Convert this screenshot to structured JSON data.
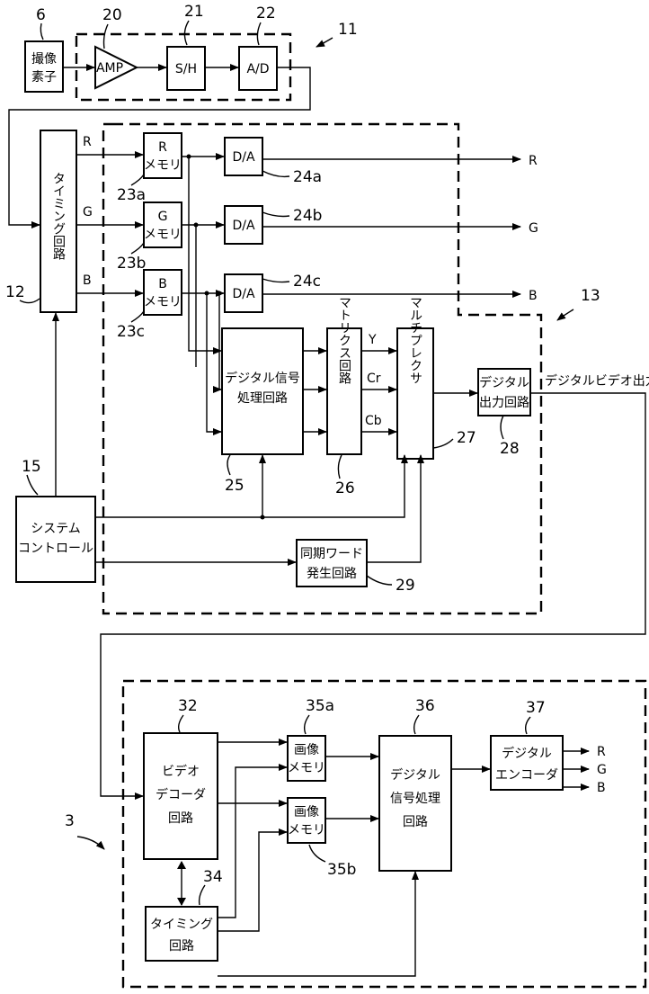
{
  "blocks": {
    "imager": [
      "撮像",
      "素子"
    ],
    "amp": "AMP",
    "sh": "S/H",
    "ad": "A/D",
    "timing1": "タイミング回路",
    "r_mem": [
      "R",
      "メモリ"
    ],
    "g_mem": [
      "G",
      "メモリ"
    ],
    "b_mem": [
      "B",
      "メモリ"
    ],
    "da": "D/A",
    "dsp": [
      "デジタル信号",
      "処理回路"
    ],
    "matrix": "マトリクス回路",
    "mux": "マルチプレクサ",
    "dig_out": [
      "デジタル",
      "出力回路"
    ],
    "sysctrl": [
      "システム",
      "コントロール"
    ],
    "sync": [
      "同期ワード",
      "発生回路"
    ],
    "video_dec": [
      "ビデオ",
      "デコーダ",
      "回路"
    ],
    "img_mem": [
      "画像",
      "メモリ"
    ],
    "dsp2": [
      "デジタル",
      "信号処理",
      "回路"
    ],
    "encoder": [
      "デジタル",
      "エンコーダ"
    ],
    "timing2": [
      "タイミング",
      "回路"
    ]
  },
  "signals": {
    "r": "R",
    "g": "G",
    "b": "B",
    "y": "Y",
    "cr": "Cr",
    "cb": "Cb",
    "digital_video_out": "デジタルビデオ出力"
  },
  "refs": {
    "n6": "6",
    "n20": "20",
    "n21": "21",
    "n22": "22",
    "n11": "11",
    "n12": "12",
    "n23a": "23a",
    "n23b": "23b",
    "n23c": "23c",
    "n24a": "24a",
    "n24b": "24b",
    "n24c": "24c",
    "n13": "13",
    "n15": "15",
    "n25": "25",
    "n26": "26",
    "n27": "27",
    "n28": "28",
    "n29": "29",
    "n3": "3",
    "n32": "32",
    "n34": "34",
    "n35a": "35a",
    "n35b": "35b",
    "n36": "36",
    "n37": "37"
  }
}
